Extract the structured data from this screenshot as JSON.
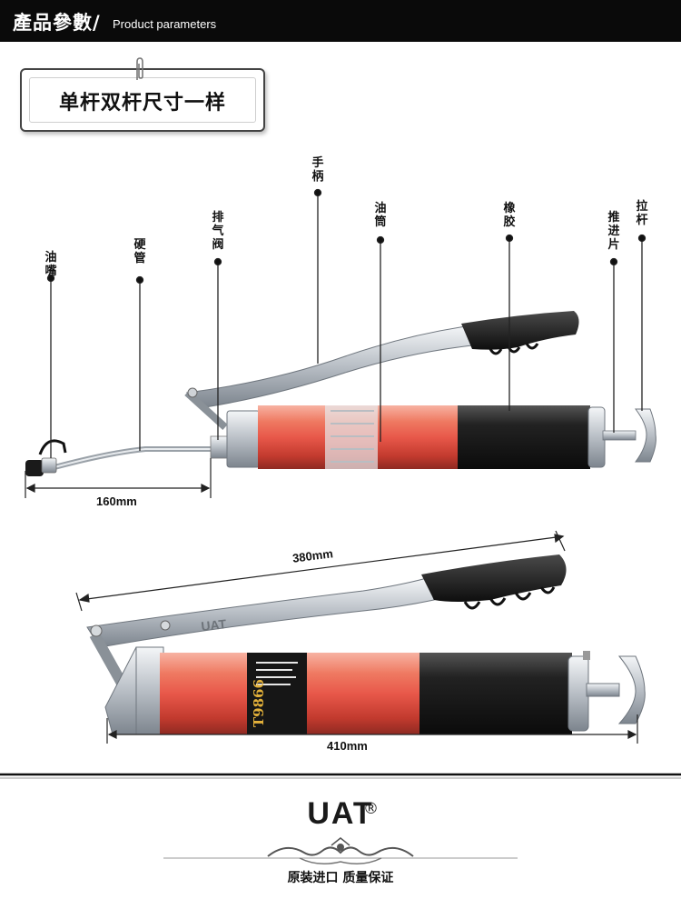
{
  "header": {
    "title_cn": "產品參數/",
    "title_en": "Product parameters"
  },
  "tag": {
    "text": "单杆双杆尺寸一样"
  },
  "parts": {
    "nozzle": "油嘴",
    "hard_pipe": "硬管",
    "bleed_valve": "排气阀",
    "handle": "手柄",
    "barrel": "油筒",
    "rubber": "橡胶",
    "push_plate": "推进片",
    "pull_rod": "拉杆"
  },
  "dimensions": {
    "pipe_length": "160mm",
    "handle_length": "380mm",
    "total_length": "410mm"
  },
  "product": {
    "handle_stamp": "UAT",
    "barrel_model": "T9866"
  },
  "footer": {
    "brand": "UAT",
    "registered": "®",
    "slogan": "原装进口  质量保证"
  },
  "colors": {
    "header_bg": "#0a0a0a",
    "barrel_red": "#e8584a",
    "rubber_black": "#151515",
    "metal": "#c9cdd2"
  }
}
